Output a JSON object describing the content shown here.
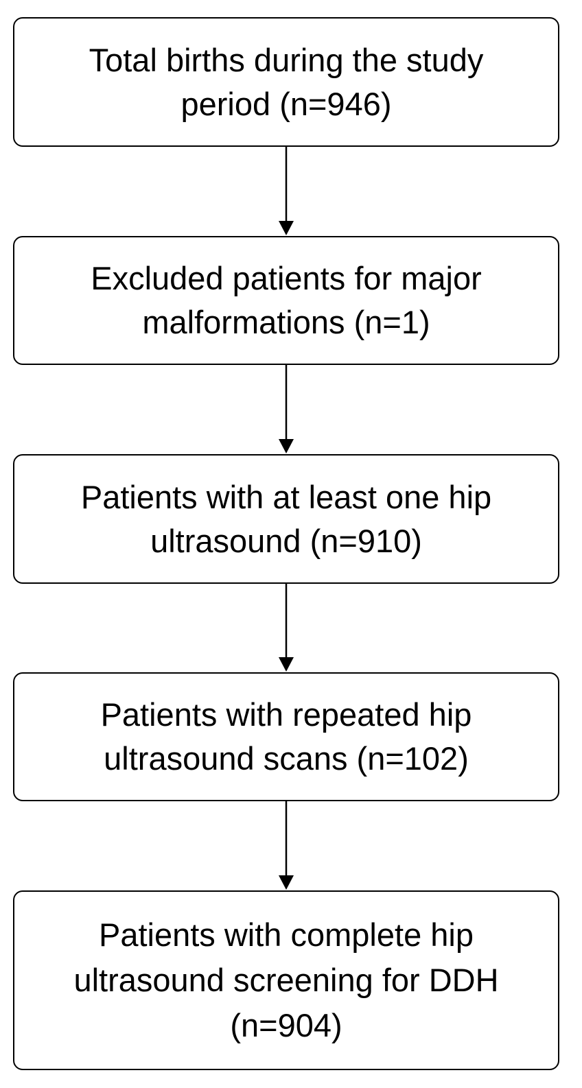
{
  "flowchart": {
    "steps": [
      {
        "lines": [
          "Total births during the study",
          "period (n=946)"
        ]
      },
      {
        "lines": [
          "Excluded patients for major",
          "malformations (n=1)"
        ]
      },
      {
        "lines": [
          "Patients with at least one hip",
          "ultrasound (n=910)"
        ]
      },
      {
        "lines": [
          "Patients with repeated hip",
          "ultrasound scans (n=102)"
        ]
      },
      {
        "lines": [
          "Patients with complete hip",
          "ultrasound screening for DDH",
          "(n=904)"
        ]
      }
    ]
  }
}
